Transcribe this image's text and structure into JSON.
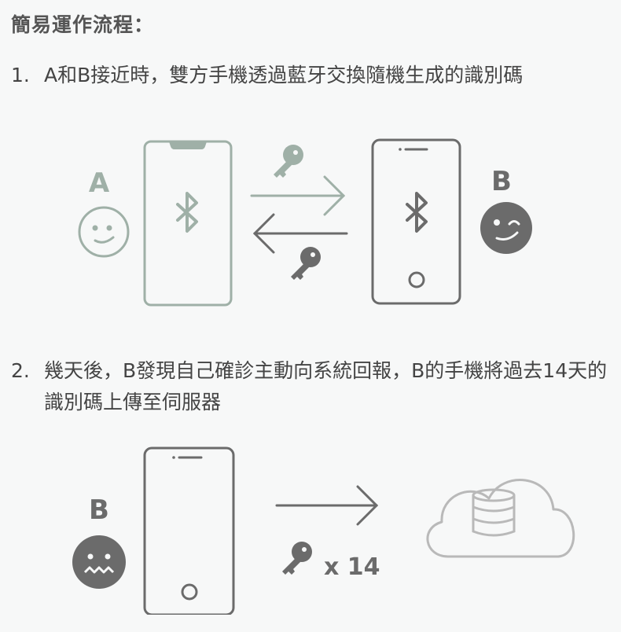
{
  "title": "簡易運作流程：",
  "steps": [
    {
      "num": "1.",
      "text": "A和B接近時，雙方手機透過藍牙交換隨機生成的識別碼"
    },
    {
      "num": "2.",
      "text": "幾天後，B發現自己確診主動向系統回報，B的手機將過去14天的識別碼上傳至伺服器"
    }
  ],
  "scene1": {
    "person_a": "A",
    "person_b": "B"
  },
  "scene2": {
    "person_b": "B",
    "key_count": "x 14"
  },
  "colors": {
    "green": "#9fb0a7",
    "dark": "#6b6b6b",
    "cloud": "#b9b9b9"
  }
}
